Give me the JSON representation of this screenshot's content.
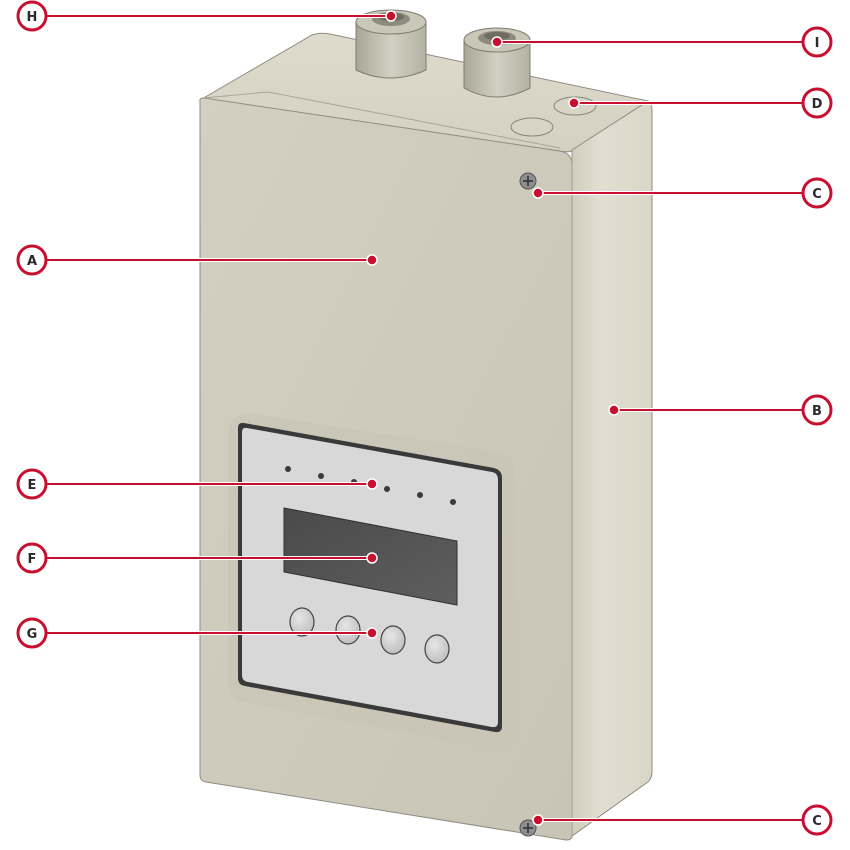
{
  "colors": {
    "accent": "#c8102e",
    "enclosure_front": "#cfcbbd",
    "enclosure_side": "#dddacb",
    "panel": "#d6d6d6",
    "screen": "#555555"
  },
  "callouts": [
    {
      "id": "A",
      "label": "A"
    },
    {
      "id": "B",
      "label": "B"
    },
    {
      "id": "C1",
      "label": "C"
    },
    {
      "id": "C2",
      "label": "C"
    },
    {
      "id": "D",
      "label": "D"
    },
    {
      "id": "E",
      "label": "E"
    },
    {
      "id": "F",
      "label": "F"
    },
    {
      "id": "G",
      "label": "G"
    },
    {
      "id": "H",
      "label": "H"
    },
    {
      "id": "I",
      "label": "I"
    }
  ]
}
